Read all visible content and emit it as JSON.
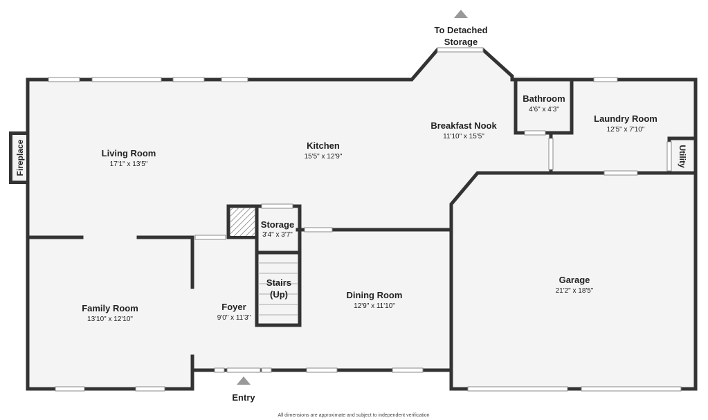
{
  "rooms": {
    "living_room": {
      "name": "Living Room",
      "dims": "17'1\" x 13'5\""
    },
    "kitchen": {
      "name": "Kitchen",
      "dims": "15'5\" x 12'9\""
    },
    "breakfast_nook": {
      "name": "Breakfast Nook",
      "dims": "11'10\" x 15'5\""
    },
    "bathroom": {
      "name": "Bathroom",
      "dims": "4'6\" x 4'3\""
    },
    "laundry_room": {
      "name": "Laundry Room",
      "dims": "12'5\" x 7'10\""
    },
    "utility": {
      "name": "Utility"
    },
    "fireplace": {
      "name": "Fireplace"
    },
    "storage": {
      "name": "Storage",
      "dims": "3'4\" x 3'7\""
    },
    "stairs": {
      "name": "Stairs",
      "sub": "(Up)"
    },
    "family_room": {
      "name": "Family Room",
      "dims": "13'10\" x 12'10\""
    },
    "foyer": {
      "name": "Foyer",
      "dims": "9'0\" x 11'3\""
    },
    "dining_room": {
      "name": "Dining Room",
      "dims": "12'9\" x 11'10\""
    },
    "garage": {
      "name": "Garage",
      "dims": "21'2\" x 18'5\""
    }
  },
  "labels": {
    "detached_storage_line1": "To Detached",
    "detached_storage_line2": "Storage",
    "entry": "Entry"
  },
  "footer_note": "All dimensions are approximate and subject to independent verification",
  "colors": {
    "wall": "#333333",
    "floor": "#f4f4f4",
    "background": "#ffffff",
    "arrow": "#999999"
  }
}
